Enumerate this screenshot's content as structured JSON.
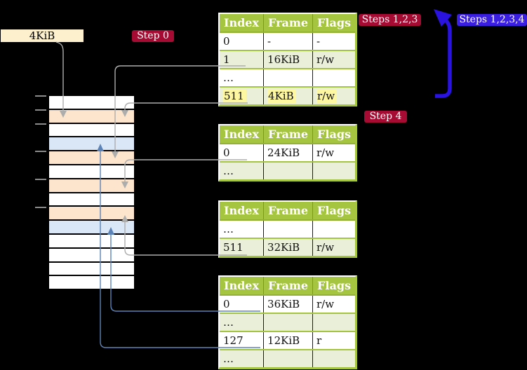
{
  "labels": {
    "frame_size": "4KiB",
    "step0": "Step 0",
    "steps123": "Steps 1,2,3",
    "steps1234": "Steps 1,2,3,4",
    "step4": "Step 4"
  },
  "colors": {
    "background": "#000000",
    "step_tag_red": "#a60c33",
    "step_tag_blue": "#3a1fe2",
    "frame_size_tag": "#fcf0cd",
    "table_header_green": "#a5c43f",
    "table_row_light_green": "#e9efd9",
    "highlight_yellow": "#fdf7a1",
    "memory_frame_white": "#ffffff",
    "memory_page_table_peach": "#fce4cd",
    "memory_mapped_page_blue": "#d9e7f6",
    "connector_gray": "#adadad",
    "connector_steel_blue": "#5b83b8",
    "big_arrow_blue": "#2a13e0"
  },
  "memory_strip": {
    "rows": [
      {
        "type": "free"
      },
      {
        "type": "table"
      },
      {
        "type": "free"
      },
      {
        "type": "page"
      },
      {
        "type": "table"
      },
      {
        "type": "free"
      },
      {
        "type": "table"
      },
      {
        "type": "free"
      },
      {
        "type": "table"
      },
      {
        "type": "page"
      },
      {
        "type": "free"
      },
      {
        "type": "free"
      },
      {
        "type": "free"
      },
      {
        "type": "free"
      }
    ]
  },
  "tables": [
    {
      "headers": [
        "Index",
        "Frame",
        "Flags"
      ],
      "rows": [
        {
          "cells": [
            "0",
            "-",
            "-"
          ],
          "shaded": false,
          "highlight": false
        },
        {
          "cells": [
            "1",
            "16KiB",
            "r/w"
          ],
          "shaded": true,
          "highlight": false
        },
        {
          "cells": [
            "…",
            "",
            ""
          ],
          "shaded": false,
          "highlight": false
        },
        {
          "cells": [
            "511",
            "4KiB",
            "r/w"
          ],
          "shaded": true,
          "highlight": true
        }
      ]
    },
    {
      "headers": [
        "Index",
        "Frame",
        "Flags"
      ],
      "rows": [
        {
          "cells": [
            "0",
            "24KiB",
            "r/w"
          ],
          "shaded": false,
          "highlight": false
        },
        {
          "cells": [
            "…",
            "",
            ""
          ],
          "shaded": true,
          "highlight": false
        }
      ]
    },
    {
      "headers": [
        "Index",
        "Frame",
        "Flags"
      ],
      "rows": [
        {
          "cells": [
            "…",
            "",
            ""
          ],
          "shaded": false,
          "highlight": false
        },
        {
          "cells": [
            "511",
            "32KiB",
            "r/w"
          ],
          "shaded": true,
          "highlight": false
        }
      ]
    },
    {
      "headers": [
        "Index",
        "Frame",
        "Flags"
      ],
      "rows": [
        {
          "cells": [
            "0",
            "36KiB",
            "r/w"
          ],
          "shaded": false,
          "highlight": false
        },
        {
          "cells": [
            "…",
            "",
            ""
          ],
          "shaded": true,
          "highlight": false
        },
        {
          "cells": [
            "127",
            "12KiB",
            "r"
          ],
          "shaded": false,
          "highlight": false
        },
        {
          "cells": [
            "…",
            "",
            ""
          ],
          "shaded": true,
          "highlight": false
        }
      ]
    }
  ]
}
